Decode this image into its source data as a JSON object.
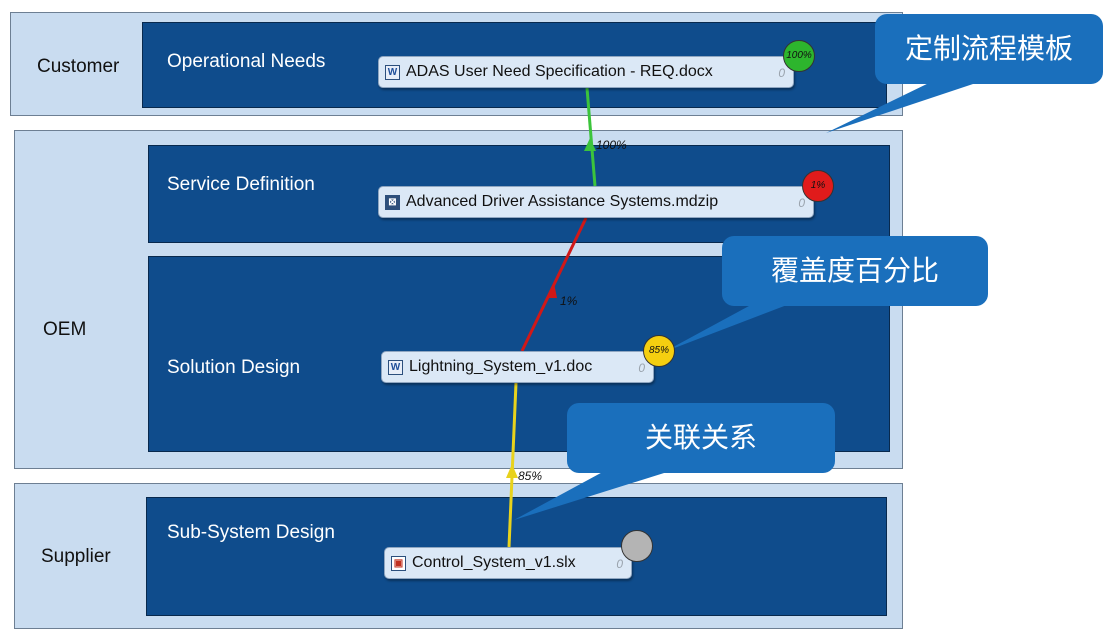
{
  "lanes": [
    {
      "label": "Customer"
    },
    {
      "label": "OEM"
    },
    {
      "label": "Supplier"
    }
  ],
  "phases": {
    "operational_needs": "Operational Needs",
    "service_definition": "Service Definition",
    "solution_design": "Solution Design",
    "subsystem_design": "Sub-System Design"
  },
  "artifacts": {
    "adas_req": {
      "name": "ADAS User Need Specification - REQ.docx",
      "count": "0",
      "coverage": "100%",
      "icon": "word-doc-icon",
      "color": "#2db52d"
    },
    "adas_model": {
      "name": "Advanced Driver Assistance Systems.mdzip",
      "count": "0",
      "coverage": "1%",
      "icon": "model-file-icon",
      "color": "#e01b1b"
    },
    "lightning": {
      "name": "Lightning_System_v1.doc",
      "count": "0",
      "coverage": "85%",
      "icon": "word-doc-icon",
      "color": "#f5cf10"
    },
    "control": {
      "name": "Control_System_v1.slx",
      "count": "0",
      "coverage": "",
      "icon": "simulink-file-icon",
      "color": "#b4b4b4"
    }
  },
  "links": [
    {
      "label": "100%",
      "color": "#3cc43c"
    },
    {
      "label": "1%",
      "color": "#d01818"
    },
    {
      "label": "85%",
      "color": "#e8d21c"
    }
  ],
  "callouts": {
    "template": "定制流程模板",
    "coverage": "覆盖度百分比",
    "relation": "关联关系"
  }
}
